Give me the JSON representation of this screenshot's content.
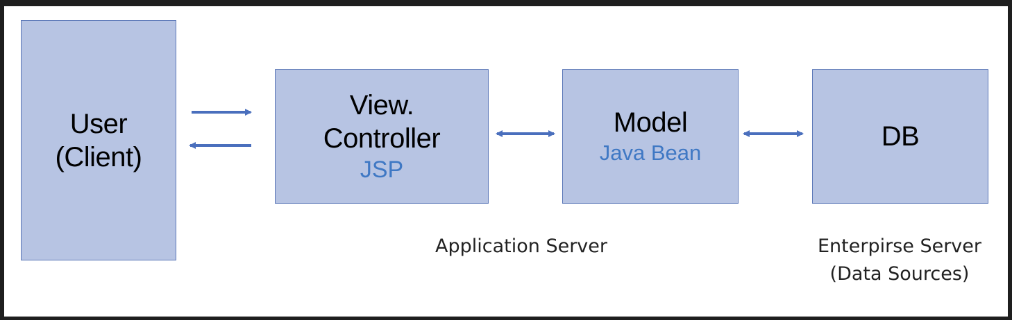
{
  "boxes": {
    "user": {
      "line1": "User",
      "line2": "(Client)"
    },
    "view_controller": {
      "line1": "View.",
      "line2": "Controller",
      "tech": "JSP"
    },
    "model": {
      "title": "Model",
      "tech": "Java Bean"
    },
    "db": {
      "title": "DB"
    }
  },
  "captions": {
    "application_server": "Application Server",
    "enterprise_server_line1": "Enterpirse Server",
    "enterprise_server_line2": "(Data Sources)"
  },
  "colors": {
    "box_fill": "#b7c4e3",
    "box_border": "#5a76b7",
    "accent_text": "#3f78c4",
    "arrow": "#4a6fbd"
  }
}
